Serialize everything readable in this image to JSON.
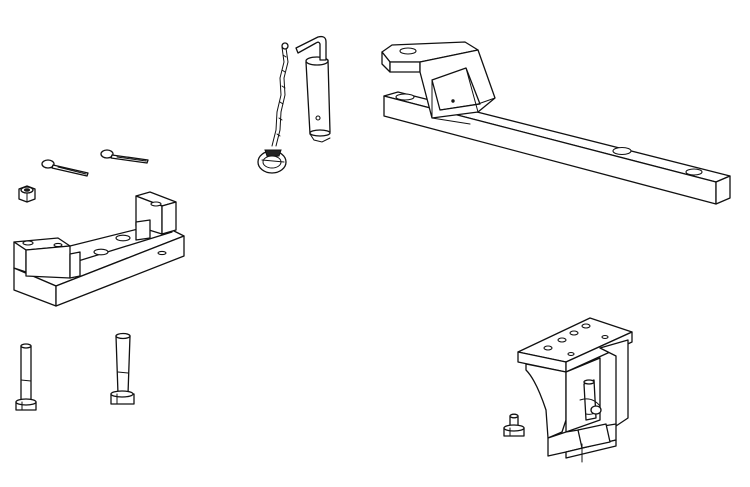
{
  "diagram": {
    "background": "#ffffff",
    "line_color": "#111111",
    "parts": [
      {
        "id": "drawbar",
        "icon": "drawbar-beam-icon"
      },
      {
        "id": "hitch-pin",
        "icon": "hitch-pin-with-lanyard-icon"
      },
      {
        "id": "cotter-pins",
        "icon": "cotter-pin-icon",
        "count": 2
      },
      {
        "id": "lock-nut",
        "icon": "hex-nut-icon",
        "count": 1
      },
      {
        "id": "spacer-block",
        "icon": "spacer-block-icon"
      },
      {
        "id": "bolts",
        "icon": "hex-bolt-icon",
        "count": 2
      },
      {
        "id": "hitch-bracket",
        "icon": "hitch-bracket-assembly-icon"
      }
    ]
  }
}
